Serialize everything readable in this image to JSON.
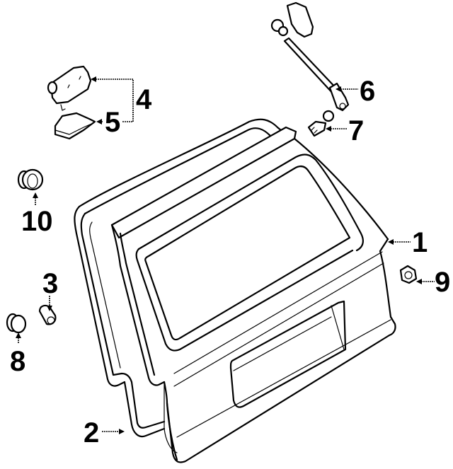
{
  "diagram": {
    "type": "exploded-parts-diagram",
    "subject": "Liftgate assembly",
    "callouts": [
      {
        "number": "1",
        "part": "liftgate-panel"
      },
      {
        "number": "2",
        "part": "weatherstrip-seal"
      },
      {
        "number": "3",
        "part": "bumper-stop"
      },
      {
        "number": "4",
        "part": "hinge-assembly"
      },
      {
        "number": "5",
        "part": "hinge-plate"
      },
      {
        "number": "6",
        "part": "lift-support-strut"
      },
      {
        "number": "7",
        "part": "ball-stud"
      },
      {
        "number": "8",
        "part": "plug"
      },
      {
        "number": "9",
        "part": "nut"
      },
      {
        "number": "10",
        "part": "plug"
      }
    ],
    "colors": {
      "line": "#000000",
      "background": "#ffffff"
    }
  }
}
